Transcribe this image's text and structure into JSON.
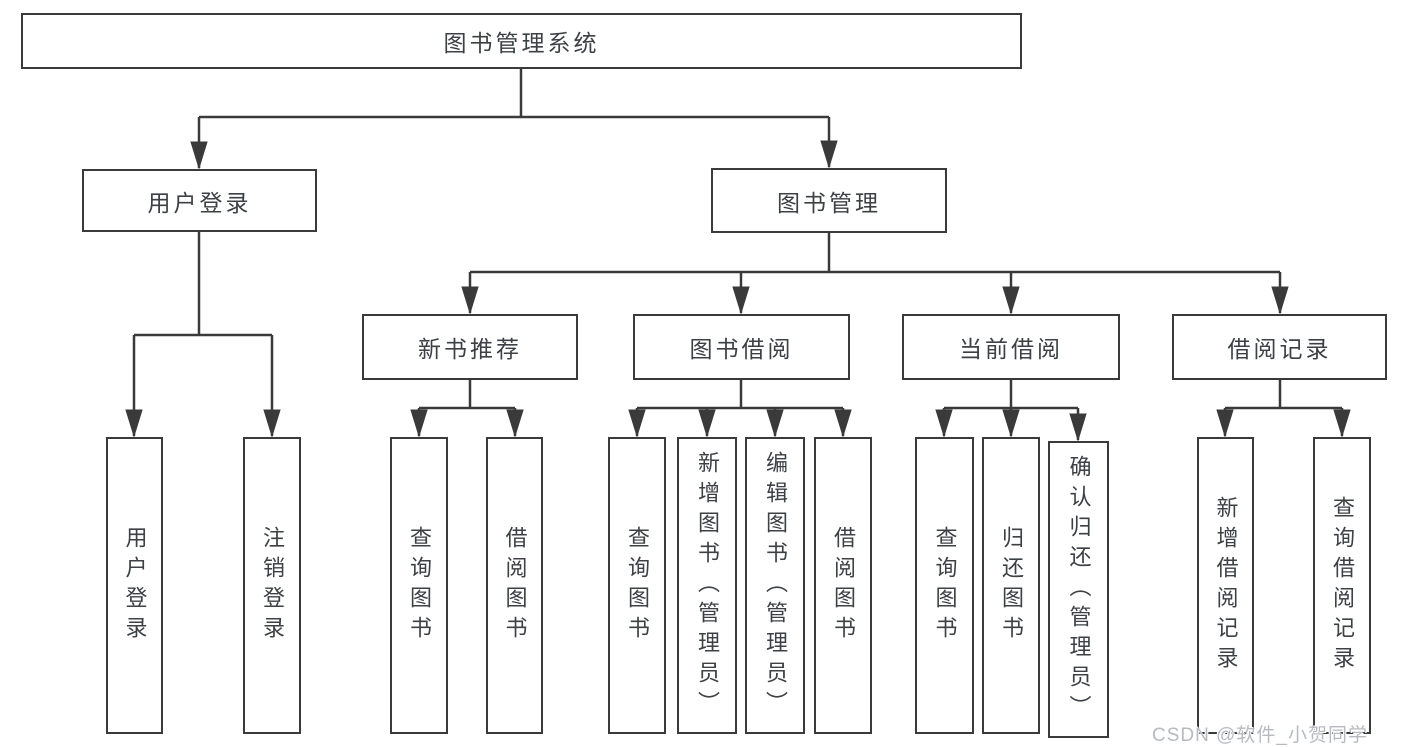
{
  "nodes": {
    "root": "图书管理系统",
    "user_login": "用户登录",
    "book_mgmt": "图书管理",
    "new_book_rec": "新书推荐",
    "book_borrow": "图书借阅",
    "current_borrow": "当前借阅",
    "borrow_records": "借阅记录",
    "ul_login": "用户登录",
    "ul_logout": "注销登录",
    "nb_query": "查询图书",
    "nb_borrow": "借阅图书",
    "bb_query": "查询图书",
    "bb_add": "新增图书（管理员）",
    "bb_edit": "编辑图书（管理员）",
    "bb_borrow": "借阅图书",
    "cb_query": "查询图书",
    "cb_return": "归还图书",
    "cb_confirm": "确认归还（管理员）",
    "br_add": "新增借阅记录",
    "br_query": "查询借阅记录"
  },
  "diagram_data": {
    "type": "hierarchy-tree",
    "root": {
      "label": "图书管理系统",
      "children": [
        {
          "label": "用户登录",
          "children": [
            {
              "label": "用户登录"
            },
            {
              "label": "注销登录"
            }
          ]
        },
        {
          "label": "图书管理",
          "children": [
            {
              "label": "新书推荐",
              "children": [
                {
                  "label": "查询图书"
                },
                {
                  "label": "借阅图书"
                }
              ]
            },
            {
              "label": "图书借阅",
              "children": [
                {
                  "label": "查询图书"
                },
                {
                  "label": "新增图书（管理员）"
                },
                {
                  "label": "编辑图书（管理员）"
                },
                {
                  "label": "借阅图书"
                }
              ]
            },
            {
              "label": "当前借阅",
              "children": [
                {
                  "label": "查询图书"
                },
                {
                  "label": "归还图书"
                },
                {
                  "label": "确认归还（管理员）"
                }
              ]
            },
            {
              "label": "借阅记录",
              "children": [
                {
                  "label": "新增借阅记录"
                },
                {
                  "label": "查询借阅记录"
                }
              ]
            }
          ]
        }
      ]
    }
  },
  "watermark": {
    "text": "CSDN @软件_小贺同学"
  },
  "colors": {
    "line": "#3a3a3a",
    "box_border": "#3a3a3a",
    "box_fill": "#ffffff",
    "text": "#3d4145",
    "watermark": "#b7bbc1",
    "background": "#ffffff"
  }
}
